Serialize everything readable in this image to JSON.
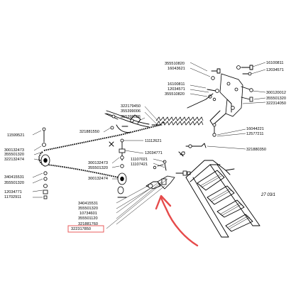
{
  "part_labels": [
    {
      "id": "p355510820",
      "text": "355510820"
    },
    {
      "id": "p16043621",
      "text": "16043621"
    },
    {
      "id": "p16100811_top",
      "text": "16100811"
    },
    {
      "id": "p12034571_top",
      "text": "12034571"
    },
    {
      "id": "p16100811_mid",
      "text": "16100811"
    },
    {
      "id": "p12034571_mid",
      "text": "12034571"
    },
    {
      "id": "p355510820_mid",
      "text": "355510820"
    },
    {
      "id": "p300120012",
      "text": "300120012"
    },
    {
      "id": "p355501320_right",
      "text": "355501320"
    },
    {
      "id": "p322314050",
      "text": "322314050"
    },
    {
      "id": "p322179450",
      "text": "322179450"
    },
    {
      "id": "p355399006",
      "text": "355399006"
    },
    {
      "id": "p355399026",
      "text": "355399026"
    },
    {
      "id": "p321881550",
      "text": "321881550"
    },
    {
      "id": "p11599521",
      "text": "11599521"
    },
    {
      "id": "p16044221",
      "text": "16044221"
    },
    {
      "id": "p12577211",
      "text": "12577211"
    },
    {
      "id": "p11112621",
      "text": "11112621"
    },
    {
      "id": "p321880350",
      "text": "321880350"
    },
    {
      "id": "p300132473_top",
      "text": "300132473"
    },
    {
      "id": "p355501320_left",
      "text": "355501320"
    },
    {
      "id": "p322132474_left",
      "text": "322132474"
    },
    {
      "id": "p12034771_mid",
      "text": "12034771"
    },
    {
      "id": "p11107021",
      "text": "11107021"
    },
    {
      "id": "p11107421",
      "text": "11107421"
    },
    {
      "id": "p300132473_mid",
      "text": "300132473"
    },
    {
      "id": "p355501320_mid",
      "text": "355501320"
    },
    {
      "id": "p340415531_left",
      "text": "340415531"
    },
    {
      "id": "p355501320_low",
      "text": "355501320"
    },
    {
      "id": "p300132474",
      "text": "300132474"
    },
    {
      "id": "p12034771_left",
      "text": "12034771"
    },
    {
      "id": "p11702911",
      "text": "11702911"
    },
    {
      "id": "p340415531_bottom",
      "text": "340415531"
    },
    {
      "id": "p355501320_bottom",
      "text": "355501320"
    },
    {
      "id": "p10734601",
      "text": "10734601"
    },
    {
      "id": "p355501120",
      "text": "355501120"
    },
    {
      "id": "p321881760",
      "text": "321881760"
    },
    {
      "id": "p322317850",
      "text": "322317850"
    }
  ],
  "drawing_code": "27 03/1",
  "colors": {
    "ink": "#000000",
    "arrow": "#e64b4b",
    "background": "#ffffff"
  }
}
